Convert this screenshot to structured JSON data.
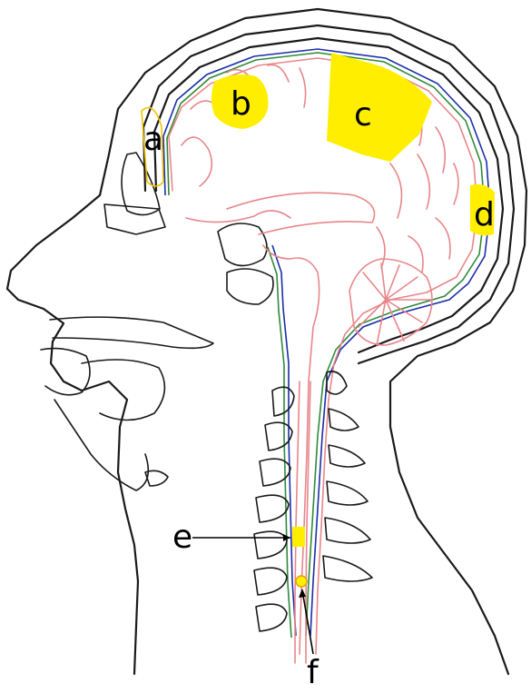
{
  "labels": {
    "a": "a",
    "b": "b",
    "c": "c",
    "d": "d",
    "e": "e",
    "f": "f"
  },
  "colors": {
    "highlight": "#ffee00",
    "brain": "#e8868a",
    "dura_blue": "#1b2ea8",
    "dura_green": "#2f8a3a",
    "outline": "#1a1a1a"
  }
}
